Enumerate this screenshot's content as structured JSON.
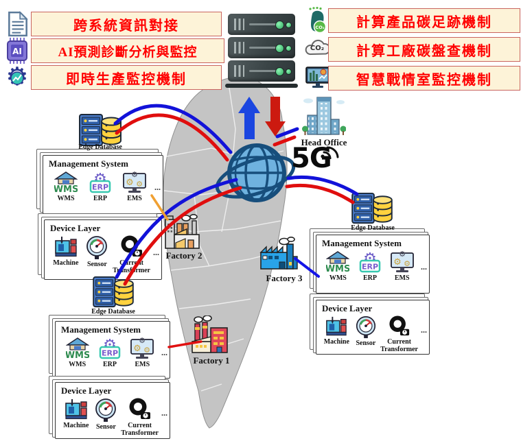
{
  "features_left": [
    {
      "label": "跨系統資訊對接",
      "icon": "document-icon",
      "icon_text": ""
    },
    {
      "label": "AI預測診斷分析與監控",
      "icon": "ai-chip-icon",
      "icon_text": "AI"
    },
    {
      "label": "即時生產監控機制",
      "icon": "gear-chart-icon",
      "icon_text": ""
    }
  ],
  "features_right": [
    {
      "label": "計算產品碳足跡機制",
      "icon": "carbon-footprint-icon",
      "icon_text": "CO₂"
    },
    {
      "label": "計算工廠碳盤查機制",
      "icon": "co2-cloud-icon",
      "icon_text": "CO₂"
    },
    {
      "label": "智慧戰情室監控機制",
      "icon": "dashboard-monitor-icon",
      "icon_text": ""
    }
  ],
  "network": {
    "label": "5G"
  },
  "head_office": {
    "label": "Head Office"
  },
  "edge_database": {
    "label": "Edge Database"
  },
  "management_system": {
    "title": "Management System",
    "items": [
      {
        "label": "WMS"
      },
      {
        "label": "ERP"
      },
      {
        "label": "EMS"
      }
    ],
    "icon_texts": {
      "wms": "WMS",
      "erp": "ERP"
    },
    "more": "..."
  },
  "device_layer": {
    "title": "Device Layer",
    "items": [
      {
        "label": "Machine"
      },
      {
        "label": "Sensor"
      },
      {
        "label": "Current Transformer"
      }
    ],
    "more": "..."
  },
  "factories": {
    "f1": "Factory 1",
    "f2": "Factory 2",
    "f3": "Factory 3"
  },
  "colors": {
    "banner_bg": "#FDF3D8",
    "banner_border": "#C9645E",
    "banner_text": "#FF0000",
    "line_blue": "#1212D9",
    "line_red": "#E00E0E",
    "line_yellow": "#F0A032",
    "arrow_blue": "#1B46E0",
    "arrow_red": "#CC1A10",
    "map_gray": "#C4C4C4",
    "globe_blue": "#6FB2DF",
    "globe_outline": "#174E7C",
    "database_yellow": "#FFD23F",
    "server_dark": "#3A4446"
  }
}
